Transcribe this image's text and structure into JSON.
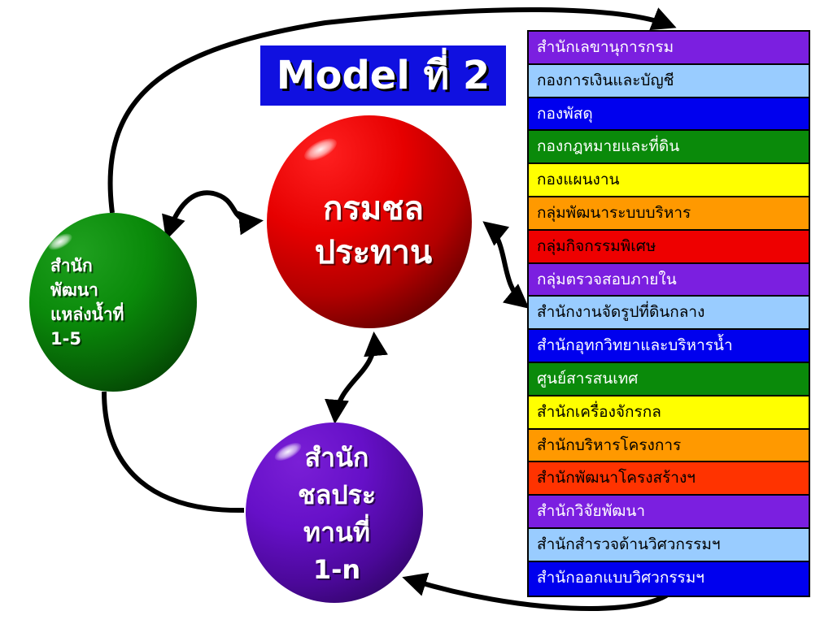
{
  "title": "Model ที่ 2",
  "nodes": {
    "central": {
      "label": "กรมชล\nประทาน",
      "color": "#d40000"
    },
    "regional_development": {
      "label": "สำนัก\nพัฒนา\nแหล่งน้ำที่\n1-5",
      "color": "#0a8a0a"
    },
    "regional_irrigation": {
      "label": "สำนัก\nชลประ\nทานที่\n1-n",
      "color": "#6010c0"
    }
  },
  "departments": [
    {
      "name": "สำนักเลขานุการกรม",
      "bg": "#7b1fe0",
      "fg": "#ffffff"
    },
    {
      "name": "กองการเงินและบัญชี",
      "bg": "#99ccff",
      "fg": "#000000"
    },
    {
      "name": "กองพัสดุ",
      "bg": "#0000ee",
      "fg": "#ffffff"
    },
    {
      "name": "กองกฎหมายและที่ดิน",
      "bg": "#0a8a0a",
      "fg": "#ffffff"
    },
    {
      "name": "กองแผนงาน",
      "bg": "#ffff00",
      "fg": "#000000"
    },
    {
      "name": "กลุ่มพัฒนาระบบบริหาร",
      "bg": "#ff9900",
      "fg": "#000000"
    },
    {
      "name": "กลุ่มกิจกรรมพิเศษ",
      "bg": "#ee0000",
      "fg": "#000000"
    },
    {
      "name": "กลุ่มตรวจสอบภายใน",
      "bg": "#7b1fe0",
      "fg": "#ffffff"
    },
    {
      "name": "สำนักงานจัดรูปที่ดินกลาง",
      "bg": "#99ccff",
      "fg": "#000000"
    },
    {
      "name": "สำนักอุทกวิทยาและบริหารน้ำ",
      "bg": "#0000ee",
      "fg": "#ffffff"
    },
    {
      "name": "ศูนย์สารสนเทศ",
      "bg": "#0a8a0a",
      "fg": "#ffffff"
    },
    {
      "name": "สำนักเครื่องจักรกล",
      "bg": "#ffff00",
      "fg": "#000000"
    },
    {
      "name": "สำนักบริหารโครงการ",
      "bg": "#ff9900",
      "fg": "#000000"
    },
    {
      "name": "สำนักพัฒนาโครงสร้างฯ",
      "bg": "#ff3300",
      "fg": "#000000"
    },
    {
      "name": "สำนักวิจัยพัฒนา",
      "bg": "#7b1fe0",
      "fg": "#ffffff"
    },
    {
      "name": "สำนักสำรวจด้านวิศวกรรมฯ",
      "bg": "#99ccff",
      "fg": "#000000"
    },
    {
      "name": "สำนักออกแบบวิศวกรรมฯ",
      "bg": "#0000ee",
      "fg": "#ffffff"
    }
  ]
}
